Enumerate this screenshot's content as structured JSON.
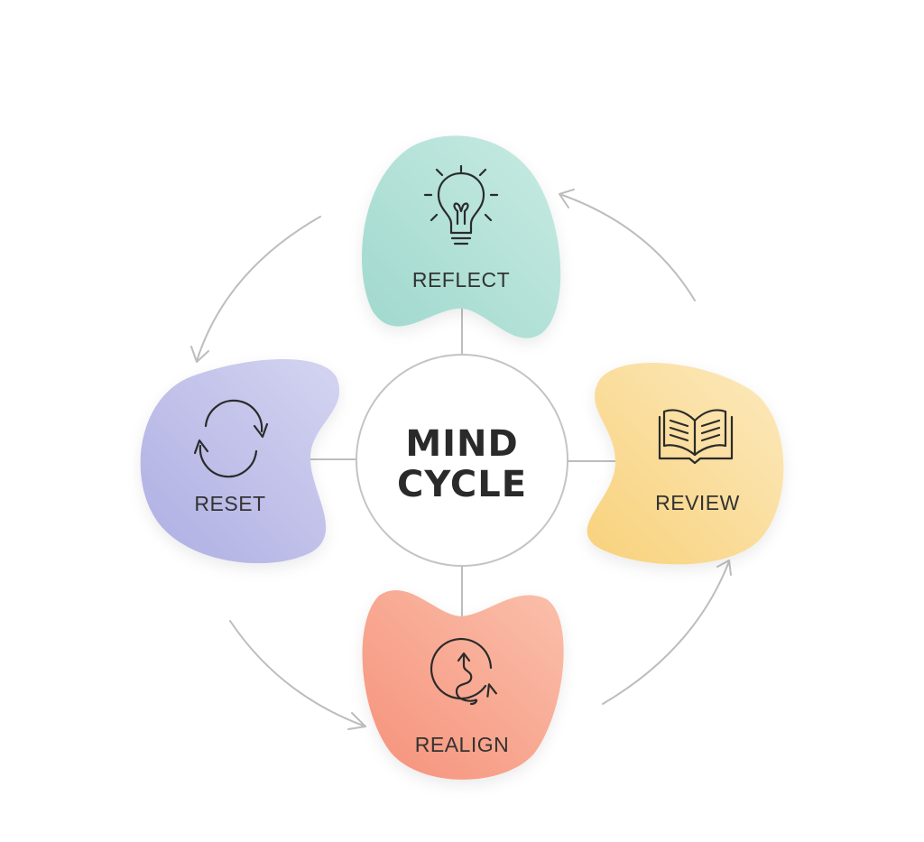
{
  "title": {
    "line1": "MIND",
    "line2": "CYCLE"
  },
  "stages": [
    {
      "label": "REFLECT",
      "icon": "lightbulb-icon",
      "color": "#a8ddd3"
    },
    {
      "label": "REVIEW",
      "icon": "open-book-icon",
      "color": "#f9d98a"
    },
    {
      "label": "REALIGN",
      "icon": "winding-path-cycle-icon",
      "color": "#f7a38c"
    },
    {
      "label": "RESET",
      "icon": "refresh-cycle-icon",
      "color": "#b9b8e6"
    }
  ]
}
